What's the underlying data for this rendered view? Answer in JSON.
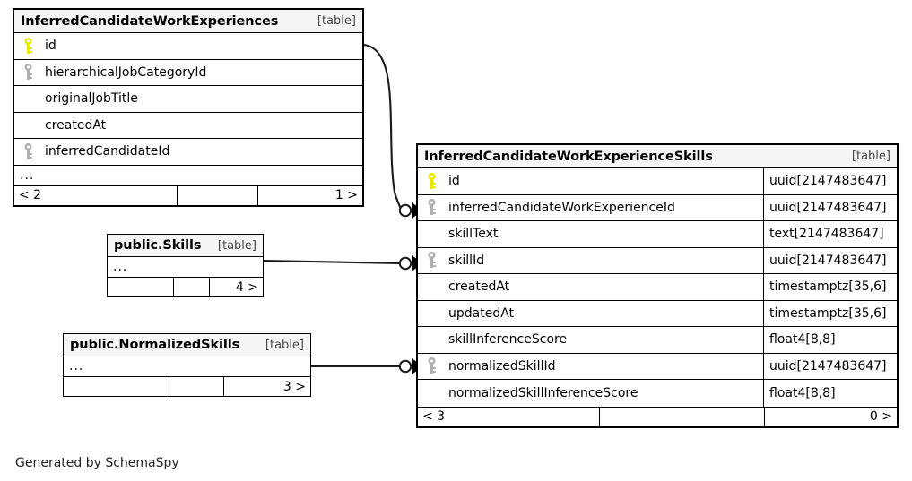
{
  "diagram": {
    "caption": "Generated by SchemaSpy",
    "table_tag": "[table]",
    "ellipsis": "...",
    "colors": {
      "primary_key": "#e8e800",
      "foreign_key": "#b0b0b0",
      "header_background": "#f5f5f5",
      "border": "#000000",
      "page_background": "#ffffff"
    }
  },
  "tables": {
    "work_experiences": {
      "name": "InferredCandidateWorkExperiences",
      "tag": "[table]",
      "fields": [
        {
          "key": "primary",
          "name": "id",
          "type": ""
        },
        {
          "key": "foreign",
          "name": "hierarchicalJobCategoryId",
          "type": ""
        },
        {
          "key": "none",
          "name": "originalJobTitle",
          "type": ""
        },
        {
          "key": "none",
          "name": "createdAt",
          "type": ""
        },
        {
          "key": "foreign",
          "name": "inferredCandidateId",
          "type": ""
        }
      ],
      "more_row": "...",
      "footer": {
        "left": "< 2",
        "middle": "",
        "right": "1 >"
      }
    },
    "work_experience_skills": {
      "name": "InferredCandidateWorkExperienceSkills",
      "tag": "[table]",
      "fields": [
        {
          "key": "primary",
          "name": "id",
          "type": "uuid[2147483647]"
        },
        {
          "key": "foreign",
          "name": "inferredCandidateWorkExperienceId",
          "type": "uuid[2147483647]"
        },
        {
          "key": "none",
          "name": "skillText",
          "type": "text[2147483647]"
        },
        {
          "key": "foreign",
          "name": "skillId",
          "type": "uuid[2147483647]"
        },
        {
          "key": "none",
          "name": "createdAt",
          "type": "timestamptz[35,6]"
        },
        {
          "key": "none",
          "name": "updatedAt",
          "type": "timestamptz[35,6]"
        },
        {
          "key": "none",
          "name": "skillInferenceScore",
          "type": "float4[8,8]"
        },
        {
          "key": "foreign",
          "name": "normalizedSkillId",
          "type": "uuid[2147483647]"
        },
        {
          "key": "none",
          "name": "normalizedSkillInferenceScore",
          "type": "float4[8,8]"
        }
      ],
      "footer": {
        "left": "< 3",
        "middle": "",
        "right": "0 >"
      }
    },
    "skills": {
      "name": "public.Skills",
      "tag": "[table]",
      "more_row": "...",
      "footer": {
        "left": "",
        "middle": "",
        "right": "4 >"
      }
    },
    "normalized_skills": {
      "name": "public.NormalizedSkills",
      "tag": "[table]",
      "more_row": "...",
      "footer": {
        "left": "",
        "middle": "",
        "right": "3 >"
      }
    }
  },
  "relationships": [
    {
      "from": "InferredCandidateWorkExperiences.id",
      "to": "InferredCandidateWorkExperienceSkills.inferredCandidateWorkExperienceId"
    },
    {
      "from": "public.Skills",
      "to": "InferredCandidateWorkExperienceSkills.skillId"
    },
    {
      "from": "public.NormalizedSkills",
      "to": "InferredCandidateWorkExperienceSkills.normalizedSkillId"
    }
  ]
}
